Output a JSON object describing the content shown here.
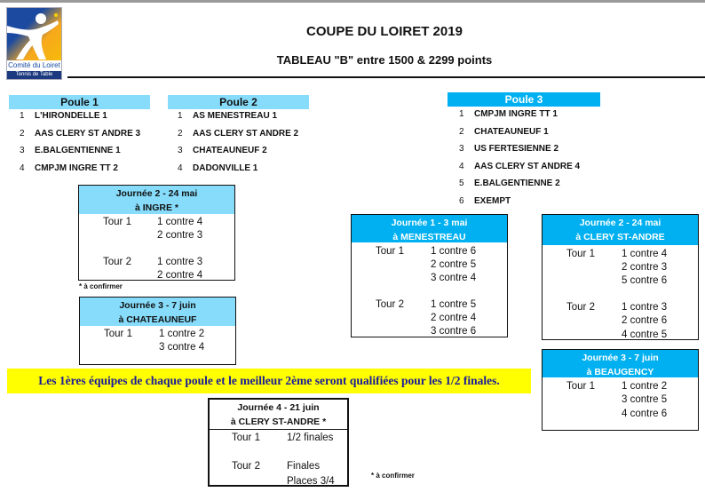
{
  "header": {
    "logo_text": "Comité du Loiret",
    "logo_subtext": "Tennis de Table",
    "title": "COUPE DU LOIRET 2019",
    "subtitle": "TABLEAU \"B\"  entre 1500 & 2299 points"
  },
  "poules": [
    {
      "label": "Poule 1",
      "teams": [
        {
          "n": "1",
          "name": "L'HIRONDELLE 1"
        },
        {
          "n": "2",
          "name": "AAS CLERY ST ANDRE 3"
        },
        {
          "n": "3",
          "name": "E.BALGENTIENNE 1"
        },
        {
          "n": "4",
          "name": "CMPJM INGRE TT 2"
        }
      ]
    },
    {
      "label": "Poule 2",
      "teams": [
        {
          "n": "1",
          "name": "AS MENESTREAU 1"
        },
        {
          "n": "2",
          "name": "AAS CLERY ST ANDRE 2"
        },
        {
          "n": "3",
          "name": "CHATEAUNEUF 2"
        },
        {
          "n": "4",
          "name": "DADONVILLE 1"
        }
      ]
    },
    {
      "label": "Poule 3",
      "teams": [
        {
          "n": "1",
          "name": "CMPJM INGRE TT 1"
        },
        {
          "n": "2",
          "name": "CHATEAUNEUF 1"
        },
        {
          "n": "3",
          "name": "US FERTESIENNE 2"
        },
        {
          "n": "4",
          "name": "AAS CLERY ST ANDRE 4"
        },
        {
          "n": "5",
          "name": "E.BALGENTIENNE 2"
        },
        {
          "n": "6",
          "name": "EXEMPT"
        }
      ]
    }
  ],
  "journees": [
    {
      "line1": "Journée 2 - 24 mai",
      "line2": "à INGRE *",
      "rows": [
        {
          "tour": "Tour 1",
          "match": "1 contre 4"
        },
        {
          "tour": "",
          "match": "2 contre 3"
        },
        {
          "tour": "Tour 2",
          "match": "1 contre 3"
        },
        {
          "tour": "",
          "match": "2 contre 4"
        }
      ]
    },
    {
      "line1": "Journée 3 - 7 juin",
      "line2": "à CHATEAUNEUF",
      "rows": [
        {
          "tour": "Tour 1",
          "match": "1 contre 2"
        },
        {
          "tour": "",
          "match": "3 contre 4"
        }
      ]
    },
    {
      "line1": "Journée 1 - 3 mai",
      "line2": "à MENESTREAU",
      "rows": [
        {
          "tour": "Tour 1",
          "match": "1 contre 6"
        },
        {
          "tour": "",
          "match": "2 contre 5"
        },
        {
          "tour": "",
          "match": "3 contre 4"
        },
        {
          "tour": "Tour 2",
          "match": "1 contre 5"
        },
        {
          "tour": "",
          "match": "2 contre 4"
        },
        {
          "tour": "",
          "match": "3 contre 6"
        }
      ]
    },
    {
      "line1": "Journée 2 - 24 mai",
      "line2": "à CLERY ST-ANDRE",
      "rows": [
        {
          "tour": "Tour 1",
          "match": "1 contre 4"
        },
        {
          "tour": "",
          "match": "2 contre 3"
        },
        {
          "tour": "",
          "match": "5 contre 6"
        },
        {
          "tour": "Tour 2",
          "match": "1 contre 3"
        },
        {
          "tour": "",
          "match": "2 contre 6"
        },
        {
          "tour": "",
          "match": "4 contre 5"
        }
      ]
    },
    {
      "line1": "Journée 3 - 7 juin",
      "line2": "à BEAUGENCY",
      "rows": [
        {
          "tour": "Tour 1",
          "match": "1 contre 2"
        },
        {
          "tour": "",
          "match": "3 contre 5"
        },
        {
          "tour": "",
          "match": "4 contre 6"
        }
      ]
    },
    {
      "line1": "Journée 4 - 21 juin",
      "line2": "à CLERY ST-ANDRE *",
      "rows": [
        {
          "tour": "Tour 1",
          "match": "1/2 finales"
        },
        {
          "tour": "Tour 2",
          "match": "Finales"
        },
        {
          "tour": "",
          "match": "Places 3/4"
        }
      ]
    }
  ],
  "notes": {
    "confirm1": "* à confirmer",
    "confirm2": "* à confirmer"
  },
  "banner": "Les 1ères équipes de chaque poule et le meilleur 2ème seront qualifiées pour les 1/2 finales.",
  "colors": {
    "light_blue": "#86dcfa",
    "dark_blue": "#00b0f0",
    "banner_yellow": "#ffff00",
    "banner_text": "#1a1a9a"
  }
}
